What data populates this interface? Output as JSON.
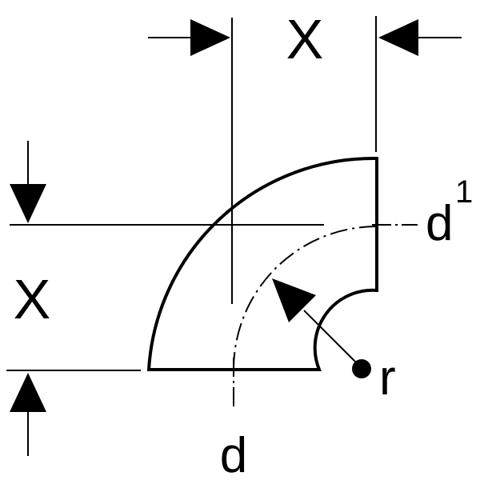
{
  "labels": {
    "x_top": "X",
    "x_left": "X",
    "d": "d",
    "d1_base": "d",
    "d1_sup": "1",
    "r": "r"
  },
  "colors": {
    "ink": "#000000",
    "background": "#ffffff"
  }
}
